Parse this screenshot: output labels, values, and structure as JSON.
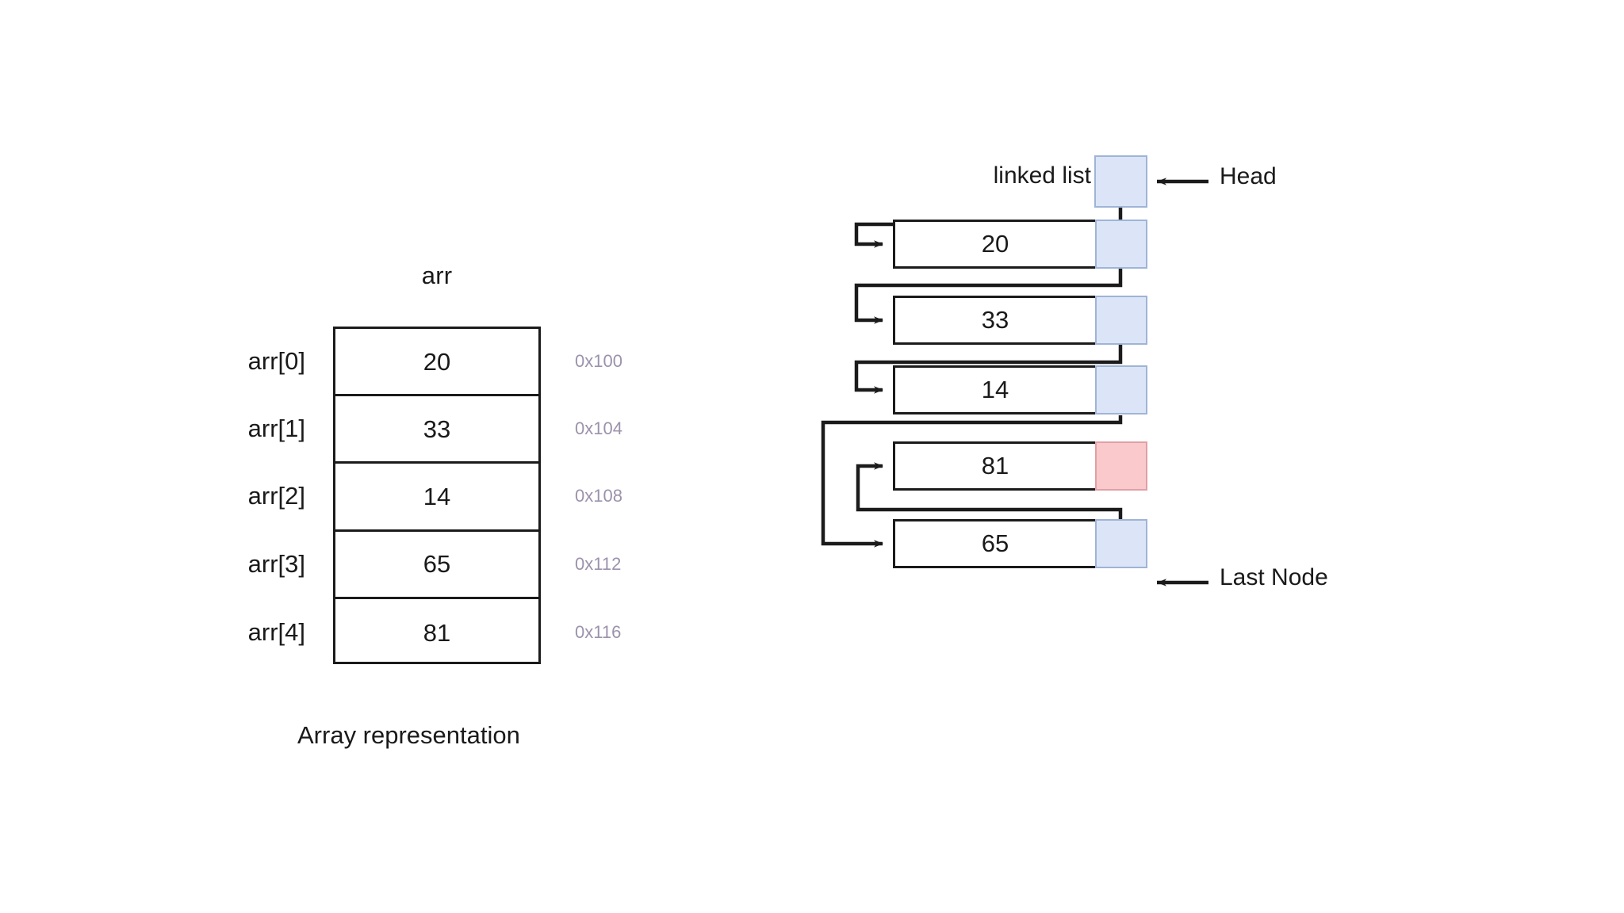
{
  "array": {
    "title": "arr",
    "caption": "Array representation",
    "cells": [
      {
        "index_label": "arr[0]",
        "value": "20",
        "address": "0x100"
      },
      {
        "index_label": "arr[1]",
        "value": "33",
        "address": "0x104"
      },
      {
        "index_label": "arr[2]",
        "value": "14",
        "address": "0x108"
      },
      {
        "index_label": "arr[3]",
        "value": "65",
        "address": "0x112"
      },
      {
        "index_label": "arr[4]",
        "value": "81",
        "address": "0x116"
      }
    ]
  },
  "linked_list": {
    "title": "linked list",
    "head_label": "Head",
    "last_node_label": "Last Node",
    "nodes": [
      {
        "value": "20",
        "pointer_state": "next"
      },
      {
        "value": "33",
        "pointer_state": "next"
      },
      {
        "value": "14",
        "pointer_state": "next"
      },
      {
        "value": "81",
        "pointer_state": "last"
      },
      {
        "value": "65",
        "pointer_state": "next"
      }
    ]
  },
  "colors": {
    "pointer_fill": "#dbe5f7",
    "pointer_border": "#9fb4d6",
    "last_pointer_fill": "#f9c9cc",
    "last_pointer_border": "#e0a0a4",
    "stroke": "#1b1b1b",
    "address_text": "#9c92ab",
    "background": "#ffffff"
  }
}
